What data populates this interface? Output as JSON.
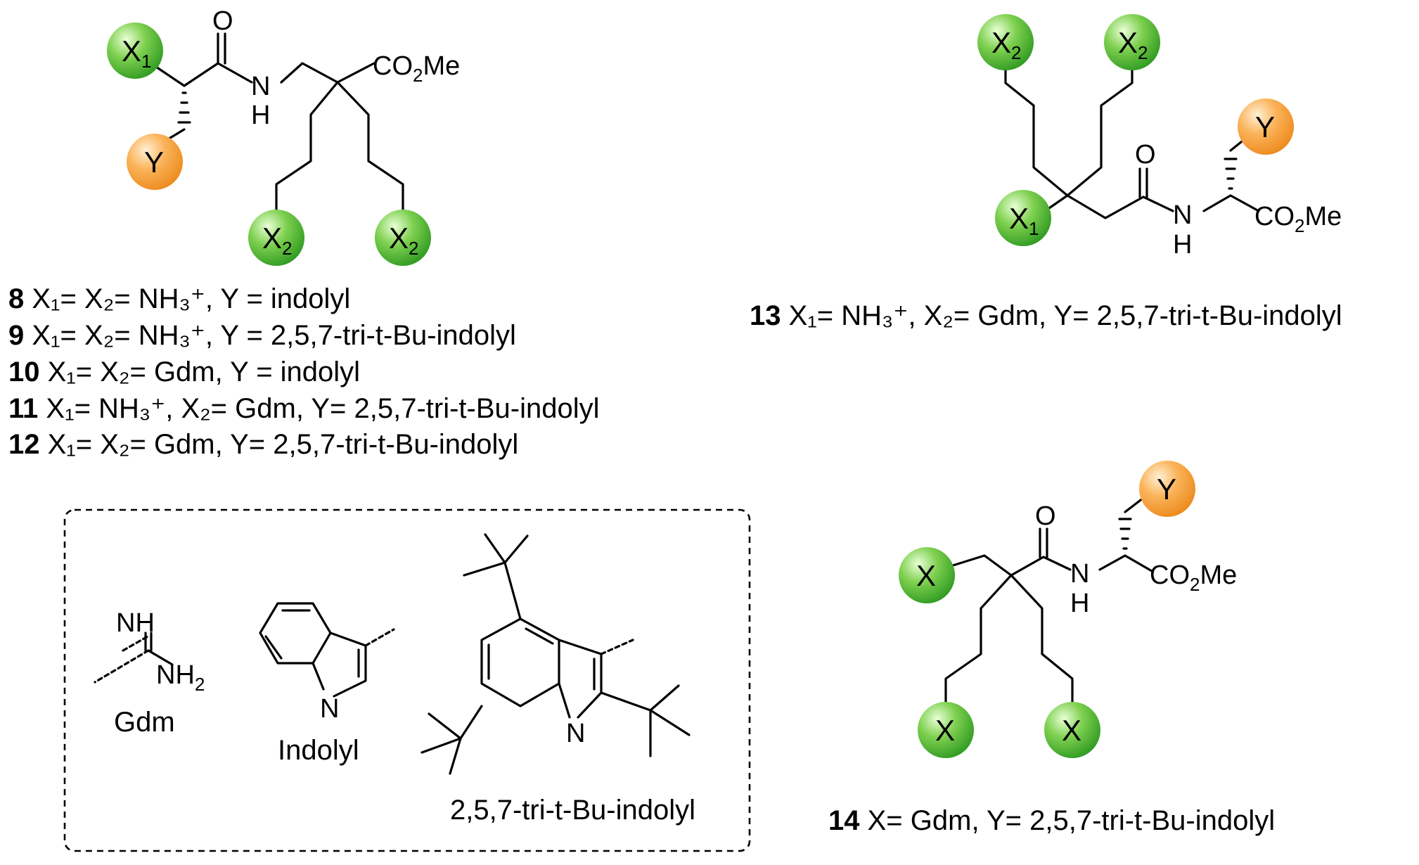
{
  "colors": {
    "x_group": "#3fae2a",
    "y_group": "#f59a2c",
    "stroke": "#000000",
    "box_border": "#000000"
  },
  "atoms": {
    "x1": "X",
    "x1_sub": "1",
    "x2": "X",
    "x2_sub": "2",
    "x": "X",
    "y": "Y",
    "o": "O",
    "n": "N",
    "h": "H",
    "nh": "NH",
    "nh2": "NH",
    "nh2_sub": "2",
    "co2me_a": "CO",
    "co2me_sub": "2",
    "co2me_b": "Me"
  },
  "captions": {
    "c8": {
      "num": "8",
      "text": " X₁=  X₂= NH₃⁺, Y = indolyl"
    },
    "c9": {
      "num": "9",
      "text": " X₁=  X₂= NH₃⁺, Y = 2,5,7-tri-t-Bu-indolyl"
    },
    "c10": {
      "num": "10",
      "text": " X₁=  X₂= Gdm, Y = indolyl"
    },
    "c11": {
      "num": "11",
      "text": " X₁= NH₃⁺, X₂= Gdm, Y= 2,5,7-tri-t-Bu-indolyl"
    },
    "c12": {
      "num": "12",
      "text": " X₁=  X₂= Gdm, Y= 2,5,7-tri-t-Bu-indolyl"
    },
    "c13": {
      "num": "13",
      "text": " X₁= NH₃⁺, X₂= Gdm, Y= 2,5,7-tri-t-Bu-indolyl"
    },
    "c14": {
      "num": "14",
      "text": " X= Gdm, Y= 2,5,7-tri-t-Bu-indolyl"
    }
  },
  "legend": {
    "gdm_label": "Gdm",
    "indolyl_label": "Indolyl",
    "tbu_indolyl_label": "2,5,7-tri-t-Bu-indolyl"
  }
}
